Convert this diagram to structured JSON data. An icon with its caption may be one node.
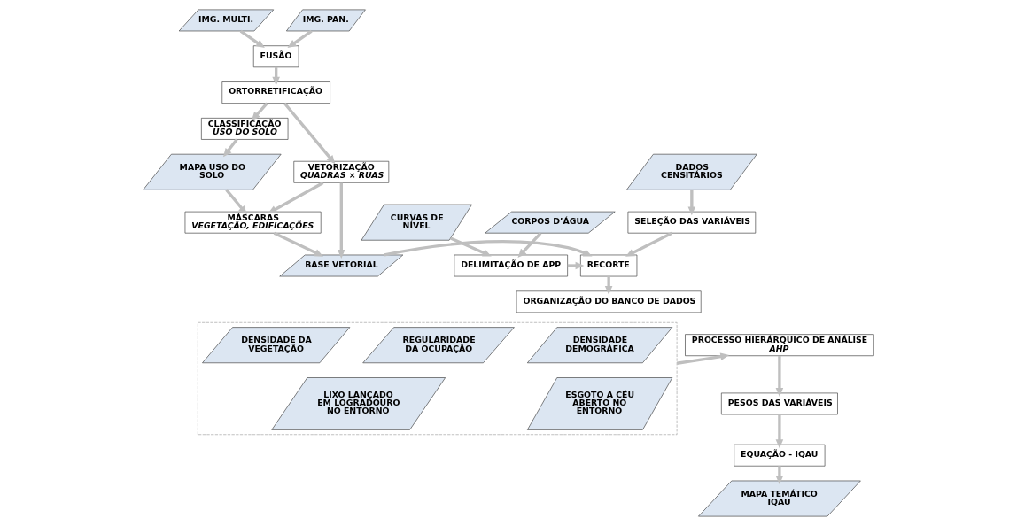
{
  "diagram": {
    "nodes": [
      {
        "text": [
          "IMG. MULTI."
        ]
      },
      {
        "text": [
          "IMG. PAN."
        ]
      },
      {
        "text": [
          "FUSÃO"
        ]
      },
      {
        "text": [
          "ORTORRETIFICAÇÃO"
        ]
      },
      {
        "text": [
          "CLASSIFICAÇÃO",
          "USO DO SOLO"
        ]
      },
      {
        "text": [
          "VETORIZAÇÃO",
          "QUADRAS × RUAS"
        ]
      },
      {
        "text": [
          "MAPA USO DO SOLO"
        ]
      },
      {
        "text": [
          "MÁSCARAS",
          "VEGETAÇÃO, EDIFICAÇÕES"
        ]
      },
      {
        "text": [
          "BASE VETORIAL"
        ]
      },
      {
        "text": [
          "DADOS CENSITÁRIOS"
        ]
      },
      {
        "text": [
          "SELEÇÃO DAS VARIÁVEIS"
        ]
      },
      {
        "text": [
          "CURVAS DE NÍVEL"
        ]
      },
      {
        "text": [
          "CORPOS D’ÁGUA"
        ]
      },
      {
        "text": [
          "RECORTE"
        ]
      },
      {
        "text": [
          "DELIMITAÇÃO DE APP"
        ]
      },
      {
        "text": [
          "ORGANIZAÇÃO DO BANCO DE DADOS"
        ]
      },
      {
        "text": [],
        "shape": "box"
      },
      {
        "text": [
          "DENSIDADE DEMOGRÁFICA"
        ],
        "in": 16
      },
      {
        "text": [
          "REGULARIDADE DA OCUPAÇÃO"
        ],
        "in": 16
      },
      {
        "text": [
          "DENSIDADE DA VEGETAÇÃO"
        ],
        "in": 16
      },
      {
        "text": [
          "ESGOTO A CÉU ABERTO NO ENTORNO"
        ],
        "in": 16
      },
      {
        "text": [
          "LIXO LANÇADO EM LOGRADOURO NO ENTORNO"
        ],
        "in": 16
      },
      {
        "text": [
          "PROCESSO HIERÁRQUICO DE ANÁLISE",
          "AHP"
        ]
      },
      {
        "text": [
          "PESOS DAS VARIÁVEIS"
        ]
      },
      {
        "text": [
          "EQUAÇÃO - IQAU"
        ]
      },
      {
        "text": [
          "MAPA TEMÁTICO IQAU"
        ]
      }
    ],
    "edges": [
      {
        "from": 0,
        "to": 2,
        "arrow": "to"
      },
      {
        "from": 1,
        "to": 2,
        "arrow": "to"
      },
      {
        "from": 2,
        "to": 3,
        "arrow": "to"
      },
      {
        "from": 3,
        "to": 4,
        "arrow": "to"
      },
      {
        "from": 3,
        "to": 5,
        "arrow": "to"
      },
      {
        "from": 4,
        "to": 6,
        "arrow": "to"
      },
      {
        "from": 5,
        "to": 7,
        "arrow": "to"
      },
      {
        "from": 6,
        "to": 7,
        "arrow": "to"
      },
      {
        "from": 5,
        "to": 8,
        "arrow": "to"
      },
      {
        "from": 7,
        "to": 8,
        "arrow": "to"
      },
      {
        "from": 9,
        "to": 10,
        "arrow": "to"
      },
      {
        "from": 10,
        "to": 13,
        "arrow": "to"
      },
      {
        "from": 8,
        "to": 13,
        "arrow": "to"
      },
      {
        "from": 11,
        "to": 14,
        "arrow": "to"
      },
      {
        "from": 12,
        "to": 14,
        "arrow": "to"
      },
      {
        "from": 14,
        "to": 13,
        "arrow": "to"
      },
      {
        "from": 13,
        "to": 15,
        "arrow": "to"
      },
      {
        "from": 16,
        "to": 22,
        "arrow": "to"
      },
      {
        "from": 22,
        "to": 23,
        "arrow": "to"
      },
      {
        "from": 23,
        "to": 24,
        "arrow": "to"
      },
      {
        "from": 24,
        "to": 25,
        "arrow": "to"
      }
    ]
  }
}
